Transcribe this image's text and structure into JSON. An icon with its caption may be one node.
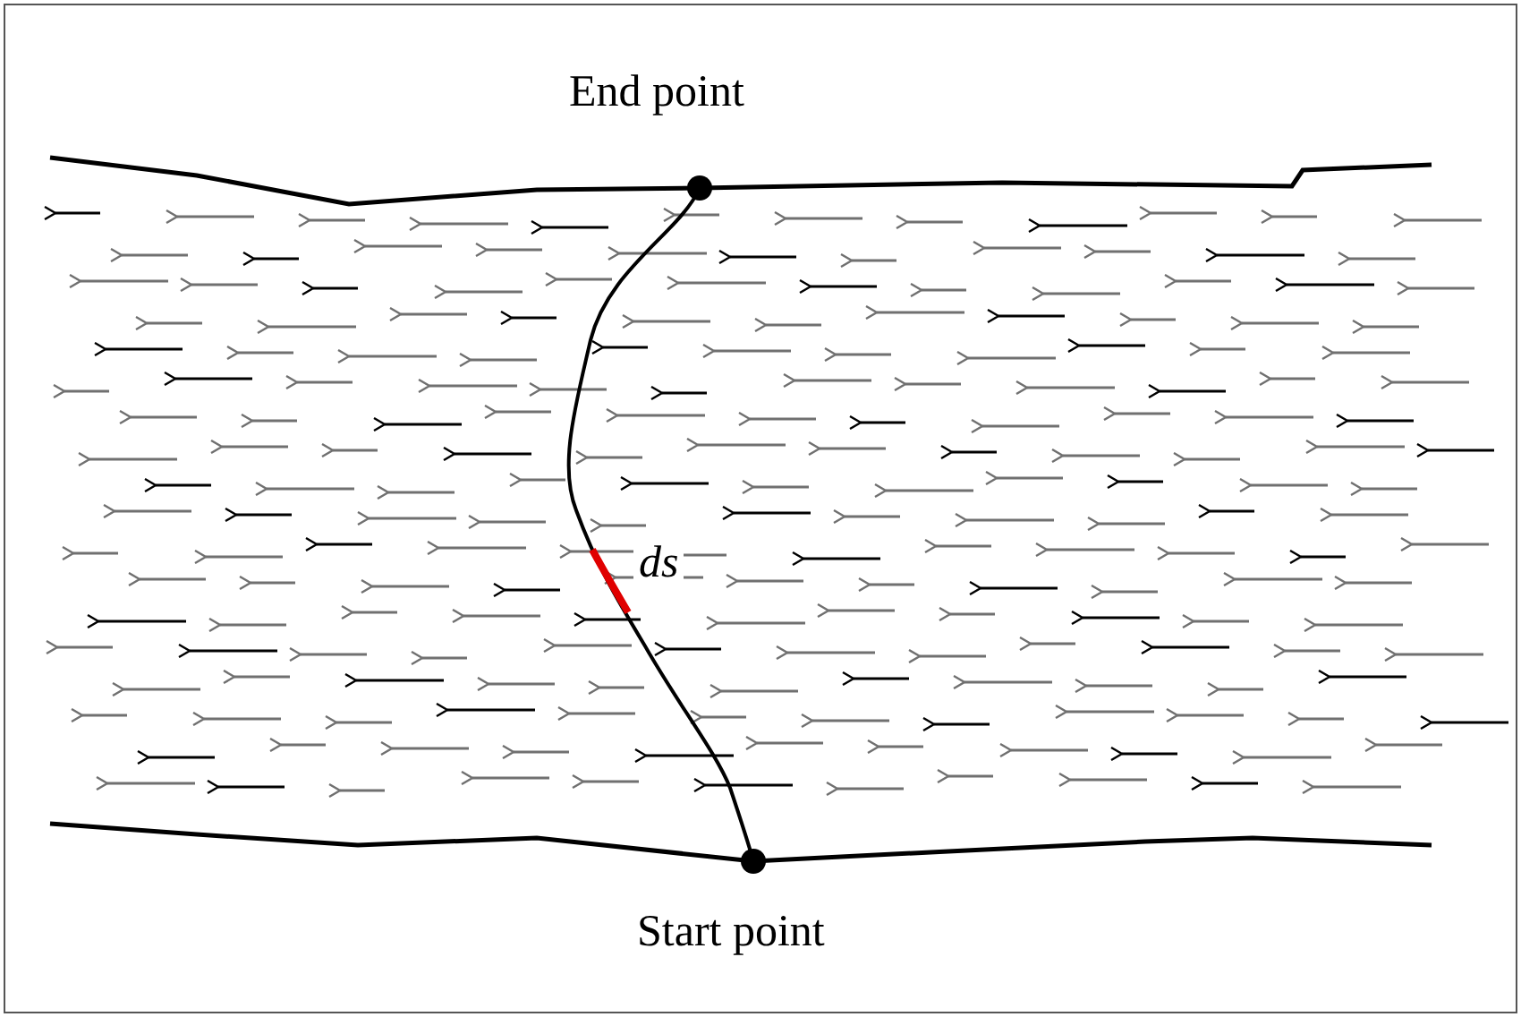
{
  "diagram": {
    "labels": [
      "End point",
      "ds",
      "Start point"
    ]
  }
}
